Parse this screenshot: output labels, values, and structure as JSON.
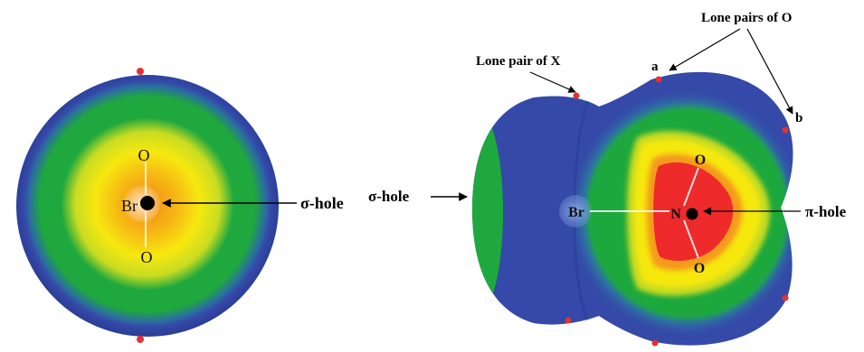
{
  "left_molecule": {
    "atoms": {
      "bromine": "Br",
      "oxygen_top": "O",
      "oxygen_bottom": "O"
    },
    "sigma_hole_label": "σ-hole"
  },
  "right_molecule": {
    "atoms": {
      "bromine": "Br",
      "nitrogen": "N",
      "oxygen_top": "O",
      "oxygen_bottom": "O"
    },
    "sigma_hole_label": "σ-hole",
    "pi_hole_label": "π-hole",
    "lone_pair_x_label": "Lone pair of X",
    "lone_pairs_o_label": "Lone pairs of O",
    "lone_pair_a_label": "a",
    "lone_pair_b_label": "b"
  },
  "colors": {
    "blue": "#3549a8",
    "blue_dark": "#2c3f99",
    "green": "#1fa83e",
    "yellow": "#f6ea0c",
    "orange": "#f59a1a",
    "red": "#ee2a2a",
    "dot_red": "#e23232",
    "black": "#000000"
  }
}
